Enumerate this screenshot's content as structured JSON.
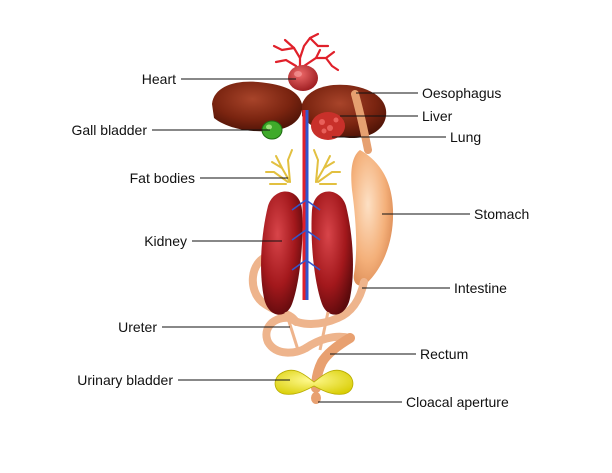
{
  "diagram": {
    "labels_left": {
      "heart": "Heart",
      "gall_bladder": "Gall bladder",
      "fat_bodies": "Fat bodies",
      "kidney": "Kidney",
      "ureter": "Ureter",
      "urinary_bladder": "Urinary bladder"
    },
    "labels_right": {
      "oesophagus": "Oesophagus",
      "liver": "Liver",
      "lung": "Lung",
      "stomach": "Stomach",
      "intestine": "Intestine",
      "rectum": "Rectum",
      "cloacal_aperture": "Cloacal aperture"
    },
    "colors": {
      "liver": "#7a2410",
      "heart": "#b8262a",
      "vessel_red": "#e0202a",
      "vessel_blue": "#3355cc",
      "kidney": "#a3181c",
      "gall_bladder": "#3faa2a",
      "lung": "#c8302a",
      "fat_bodies": "#e2c040",
      "stomach": "#f4b07a",
      "intestine": "#eeb48c",
      "urinary_bladder": "#f2ea10"
    }
  }
}
